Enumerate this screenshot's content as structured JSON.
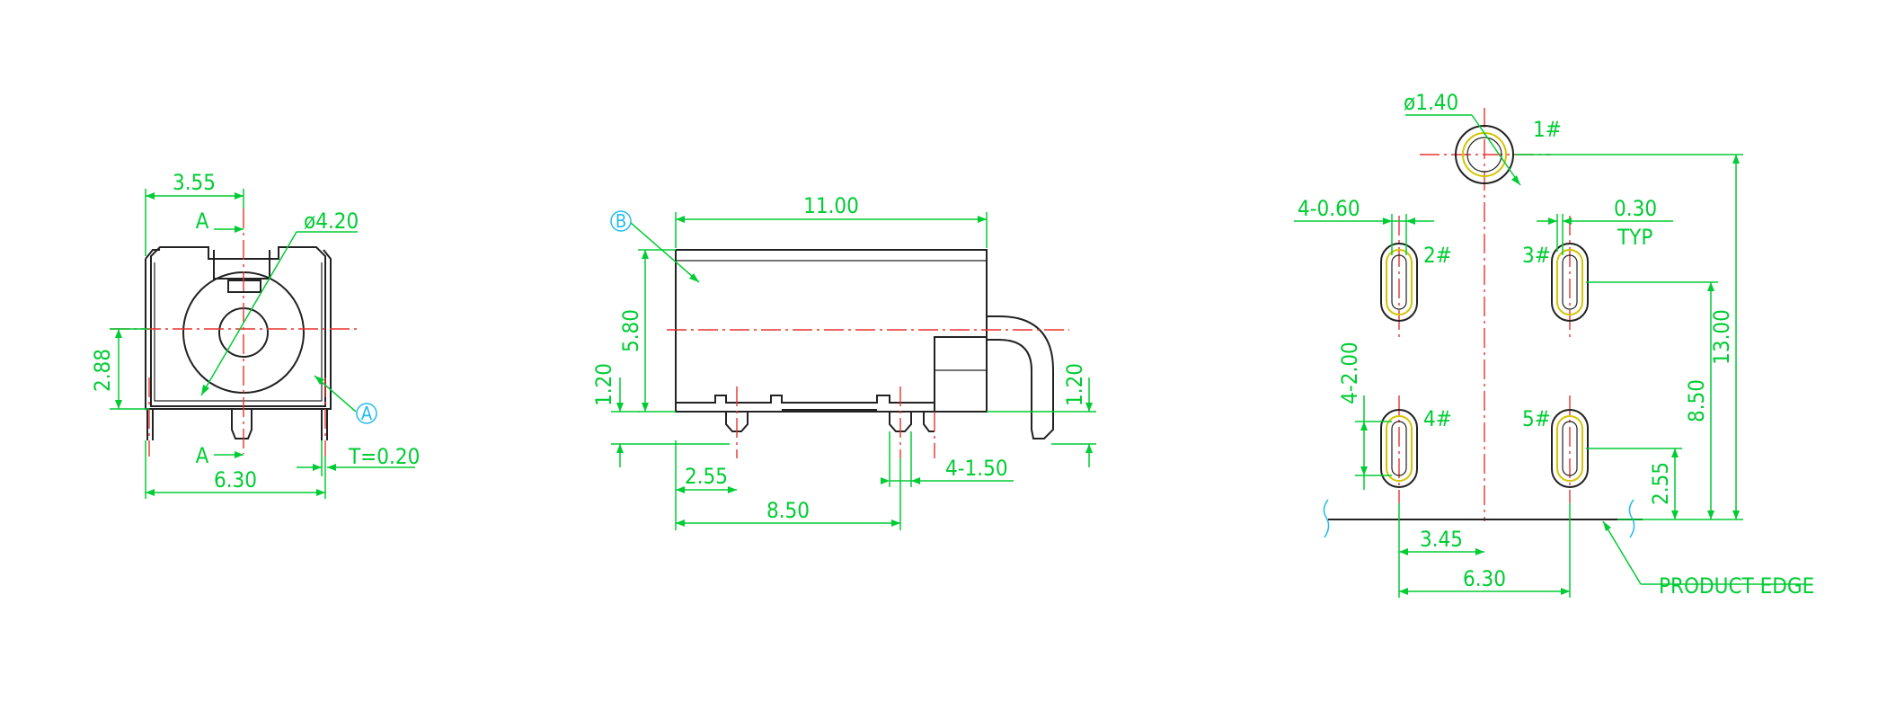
{
  "front_view": {
    "width_label": "3.55",
    "hole_dia_label": "ø4.20",
    "section_label_top": "A",
    "section_label_bottom": "A",
    "height_label": "2.88",
    "base_width_label": "6.30",
    "thickness_label": "T=0.20",
    "callout_a": "A"
  },
  "side_view": {
    "callout_b": "B",
    "length_label": "11.00",
    "height_label": "5.80",
    "left_offset_label": "1.20",
    "right_offset_label": "1.20",
    "pin_pos_label": "2.55",
    "pin_width_label": "4-1.50",
    "pin_span_label": "8.50"
  },
  "footprint": {
    "round_pad_dia_label": "ø1.40",
    "pad1_label": "1#",
    "pad2_label": "2#",
    "pad3_label": "3#",
    "pad4_label": "4#",
    "pad5_label": "5#",
    "slot_width_label": "4-0.60",
    "slot_length_label": "4-2.00",
    "annular_label": "0.30",
    "annular_note": "TYP",
    "total_height_label": "13.00",
    "row_height_label": "8.50",
    "edge_offset_label": "2.55",
    "half_pitch_label": "3.45",
    "pitch_label": "6.30",
    "product_edge_label": "PRODUCT EDGE"
  },
  "colors": {
    "dimension": "#00cc33",
    "outline": "#222222",
    "centerline": "#e8322e",
    "pad_ring": "#d4c400",
    "callout": "#22bbee",
    "background": "#ffffff"
  }
}
